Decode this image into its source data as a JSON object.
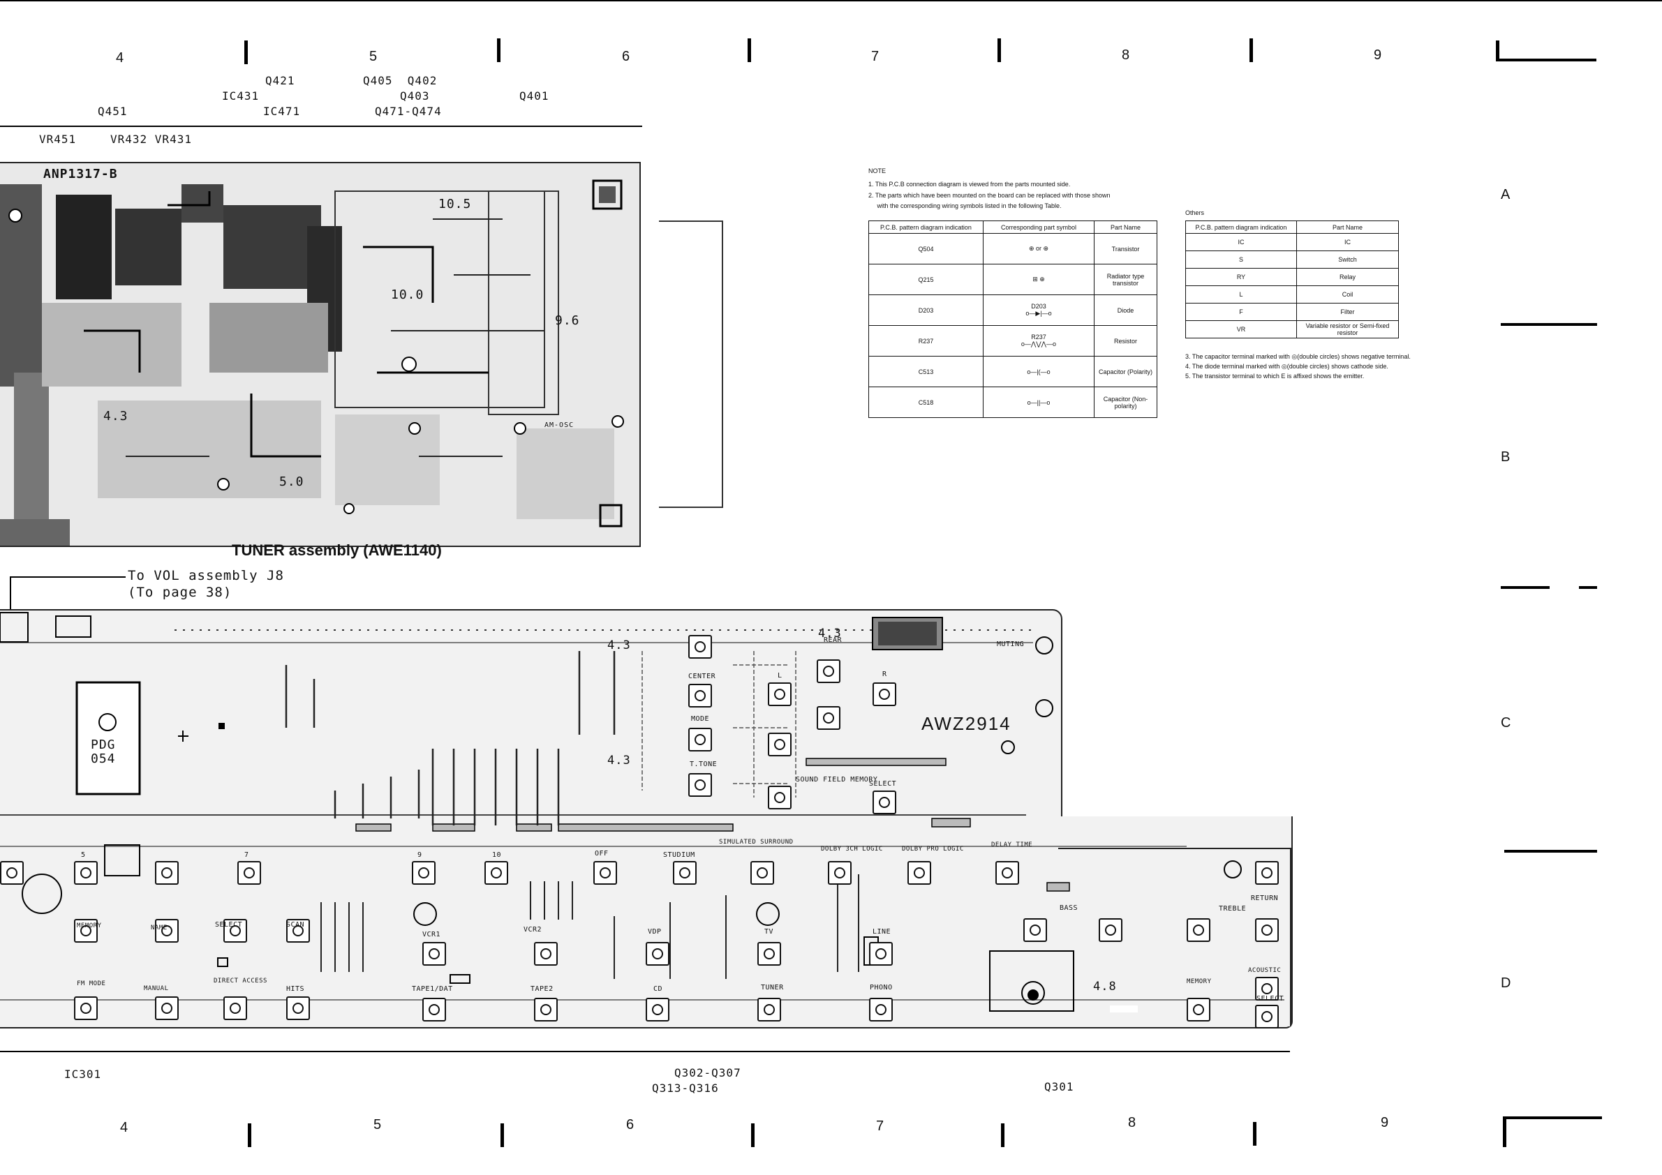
{
  "grid": {
    "top_columns": [
      "4",
      "5",
      "6",
      "7",
      "8",
      "9"
    ],
    "bottom_columns": [
      "4",
      "5",
      "6",
      "7",
      "8",
      "9"
    ],
    "rows": [
      "A",
      "B",
      "C",
      "D"
    ]
  },
  "top_parts": {
    "ic431": "IC431",
    "q421": "Q421",
    "ic471": "IC471",
    "q451": "Q451",
    "q405_q402": "Q405  Q402",
    "q403": "Q403",
    "q471_q474": "Q471-Q474",
    "q401": "Q401",
    "vr451": "VR451",
    "vr432_vr431": "VR432 VR431"
  },
  "tuner": {
    "board_code": "ANP1317-B",
    "assembly_title": "TUNER assembly (AWE1140)",
    "voltages": [
      "10.5",
      "10.0",
      "9.6",
      "4.3",
      "5.0"
    ],
    "am_osc": "AM-OSC"
  },
  "note": {
    "title": "NOTE",
    "items": [
      "1.  This P.C.B connection diagram is viewed from the parts mounted side.",
      "2.  The parts which have been mounted on the board can be replaced with those shown",
      "     with the corresponding wiring symbols listed in the following Table."
    ],
    "table_headers": [
      "P.C.B. pattern diagram indication",
      "Corresponding part symbol",
      "Part Name"
    ],
    "table_rows": [
      {
        "pcb": "Q504",
        "symbol": "or",
        "name": "Transistor"
      },
      {
        "pcb": "Q215",
        "symbol": "",
        "name": "Radiator type transistor"
      },
      {
        "pcb": "D203",
        "symbol": "D203",
        "name": "Diode"
      },
      {
        "pcb": "R237",
        "symbol": "R237",
        "name": "Resistor"
      },
      {
        "pcb": "C513",
        "symbol": "",
        "name": "Capacitor (Polarity)"
      },
      {
        "pcb": "C518",
        "symbol": "",
        "name": "Capacitor (Non-polarity)"
      }
    ],
    "others_title": "Others",
    "others_headers": [
      "P.C.B. pattern diagram indication",
      "Part Name"
    ],
    "others_rows": [
      [
        "IC",
        "IC"
      ],
      [
        "S",
        "Switch"
      ],
      [
        "RY",
        "Relay"
      ],
      [
        "L",
        "Coil"
      ],
      [
        "F",
        "Filter"
      ],
      [
        "VR",
        "Variable resistor or Semi-fixed resistor"
      ]
    ],
    "footnotes": [
      "3.  The capacitor terminal marked with ◎(double circles) shows negative terminal.",
      "4.  The diode terminal marked with ◎(double circles) shows cathode side.",
      "5.  The transistor terminal to which E is affixed shows the emitter."
    ]
  },
  "vol_ref": {
    "line1": "To VOL assembly J8",
    "line2": "(To page 38)"
  },
  "front": {
    "board_code": "AWZ2914",
    "display": "PDG\n054",
    "labels": {
      "rear": "REAR",
      "center": "CENTER",
      "l": "L",
      "r": "R",
      "mode": "MODE",
      "t_tone": "T.TONE",
      "sound_field_memory": "SOUND FIELD MEMORY",
      "select_sf": "SELECT",
      "muting": "MUTING",
      "v43a": "4.3",
      "v43b": "4.3",
      "v43c": "4.3",
      "v48": "4.8",
      "off": "OFF",
      "studium": "STUDIUM",
      "simulated_surround": "SIMULATED SURROUND",
      "dolby_3ch": "DOLBY 3CH LOGIC",
      "dolby_pro": "DOLBY PRO LOGIC",
      "delay_time": "DELAY TIME",
      "bass": "BASS",
      "treble": "TREBLE",
      "return": "RETURN",
      "memory": "MEMORY",
      "name": "NAME",
      "select": "SELECT",
      "scan": "SCAN",
      "fm_mode": "FM MODE",
      "manual": "MANUAL",
      "direct_access": "DIRECT ACCESS",
      "hits": "HITS",
      "vcr1": "VCR1",
      "vcr2": "VCR2",
      "vdp": "VDP",
      "tv": "TV",
      "line": "LINE",
      "tape1_dat": "TAPE1/DAT",
      "tape2": "TAPE2",
      "cd": "CD",
      "tuner": "TUNER",
      "phono": "PHONO",
      "memory2": "MEMORY",
      "acoustic": "ACOUSTIC",
      "select2": "SELECT",
      "num5": "5",
      "num7": "7",
      "num9": "9",
      "num10": "10"
    }
  },
  "bottom_parts": {
    "ic301": "IC301",
    "q302_q307": "Q302-Q307",
    "q313_q316": "Q313-Q316",
    "q301": "Q301"
  }
}
